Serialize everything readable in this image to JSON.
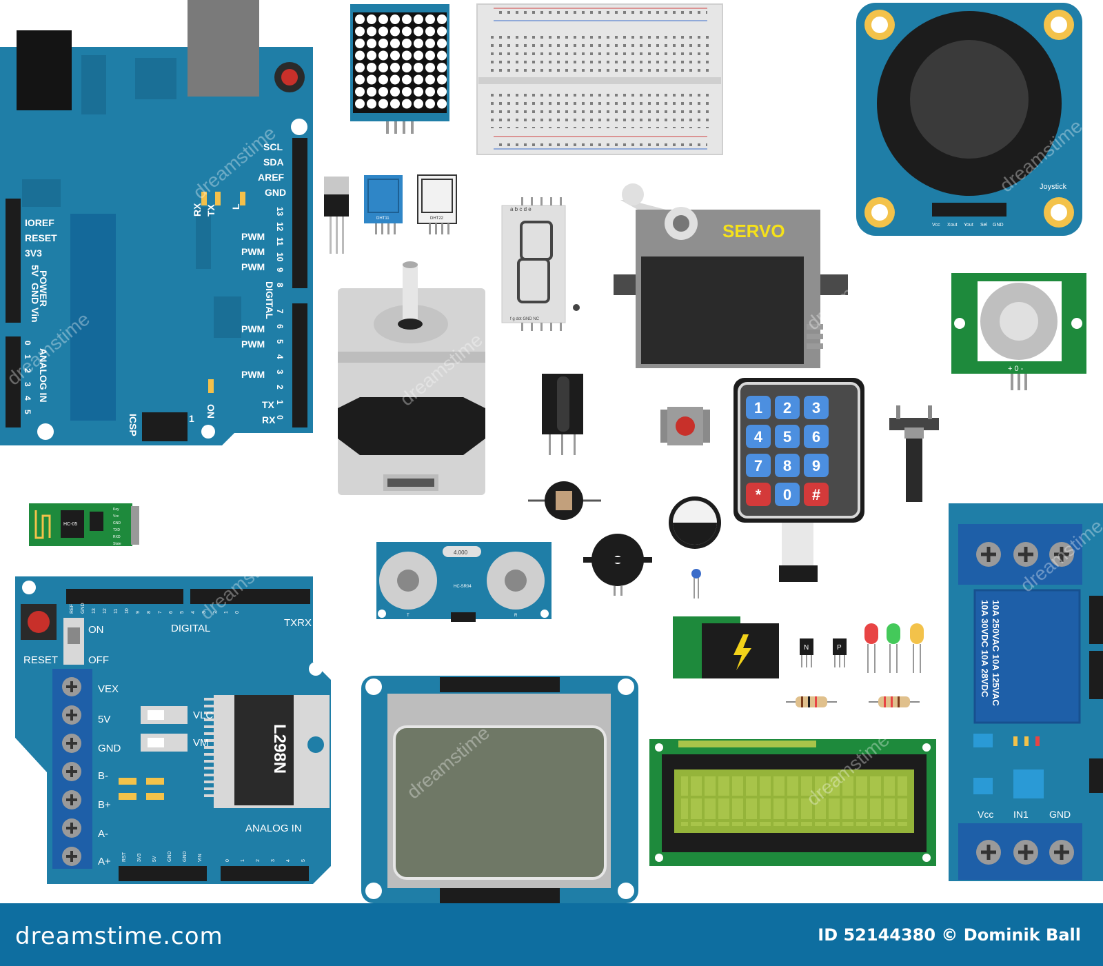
{
  "uno": {
    "pins_right": [
      "SCL",
      "SDA",
      "AREF",
      "GND"
    ],
    "pwm_labels": [
      "PWM",
      "PWM",
      "PWM",
      "PWM",
      "PWM",
      "PWM"
    ],
    "digital": "DIGITAL",
    "tx": "TX",
    "rx": "RX",
    "led_tx": "TX",
    "led_rx": "RX",
    "led_l": "L",
    "on": "ON",
    "power_pins": [
      "IOREF",
      "RESET",
      "3V3",
      "5V",
      "GND",
      "Vin"
    ],
    "power": "POWER",
    "analog_in": "ANALOG IN",
    "icsp": "ICSP",
    "icsp_num": "1",
    "digital_nums_top": [
      "13",
      "12",
      "11",
      "10",
      "9",
      "8"
    ],
    "digital_nums_bottom": [
      "7",
      "6",
      "5",
      "4",
      "3",
      "2",
      "1",
      "0"
    ],
    "analog_nums": [
      "0",
      "1",
      "2",
      "3",
      "4",
      "5"
    ]
  },
  "dht": {
    "a": "DHT11",
    "b": "DHT22"
  },
  "segment": {
    "top_pins": "a b c d e",
    "bottom_pins": "f g dot GND NC"
  },
  "servo": {
    "label": "SERVO"
  },
  "joystick": {
    "label": "Joystick",
    "pins": [
      "Vcc",
      "Xout",
      "Yout",
      "Sel",
      "GND"
    ]
  },
  "pir": {
    "label": "+ 0 -"
  },
  "keypad": {
    "keys": [
      "1",
      "2",
      "3",
      "4",
      "5",
      "6",
      "7",
      "8",
      "9",
      "*",
      "0",
      "#"
    ]
  },
  "bluetooth": {
    "label": "HC-05",
    "pins": [
      "Key",
      "Vcc",
      "GND",
      "TXD",
      "RXD",
      "State"
    ]
  },
  "ultrasonic": {
    "crystal": "4.000",
    "model": "HC-SR04",
    "t": "T",
    "r": "R"
  },
  "transistors": {
    "n": "N",
    "p": "P"
  },
  "motor_shield": {
    "reset": "RESET",
    "on": "ON",
    "off": "OFF",
    "digital": "DIGITAL",
    "txrx": "TXRX",
    "vex": "VEX",
    "v5": "5V",
    "gnd": "GND",
    "bm": "B-",
    "bp": "B+",
    "am": "A-",
    "ap": "A+",
    "vlc": "VLC",
    "vm": "VM",
    "chip": "L298N",
    "analog_in": "ANALOG IN",
    "top_pins": [
      "REF",
      "GND",
      "13",
      "12",
      "11",
      "10",
      "9",
      "8",
      "7",
      "6",
      "5",
      "4",
      "3",
      "2",
      "1",
      "0"
    ],
    "bottom_pins": [
      "RST",
      "3V3",
      "5V",
      "GND",
      "GND",
      "VIN",
      "0",
      "1",
      "2",
      "3",
      "4",
      "5"
    ]
  },
  "relay": {
    "rating1": "10A 250VAC 10A 125VAC",
    "rating2": "10A 30VDC 10A 28VDC",
    "vcc": "Vcc",
    "in1": "IN1",
    "gnd": "GND"
  },
  "watermark": "dreamstime",
  "footer": {
    "brand": "dreamstime.com",
    "credit": "ID 52144380 © Dominik Ball"
  },
  "colors": {
    "board": "#1f7ea7",
    "board_dark": "#12577a",
    "header": "#1c1c1c",
    "footer": "#0e6ea0",
    "servo_label": "#f5e11a"
  }
}
